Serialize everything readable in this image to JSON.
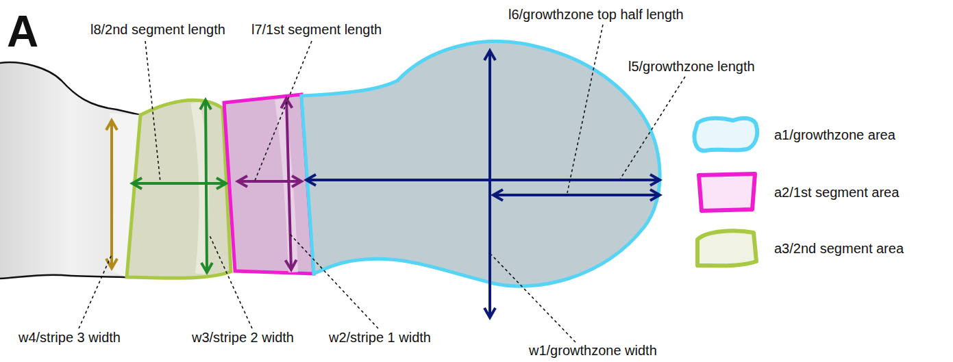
{
  "diagram": {
    "labels": [
      "A",
      "l8/2nd segment length",
      "l7/1st segment length",
      "l6/growthzone top half length",
      "l5/growthzone length",
      "w4/stripe 3 width",
      "w3/stripe 2 width",
      "w2/stripe 1 width",
      "w1/growthzone width"
    ],
    "legend": [
      {
        "text": "a1/growthzone area",
        "color": "#55d4f6"
      },
      {
        "text": "a2/1st segment area",
        "color": "#ee1ed0"
      },
      {
        "text": "a3/2nd segment area",
        "color": "#a9c843"
      }
    ]
  }
}
